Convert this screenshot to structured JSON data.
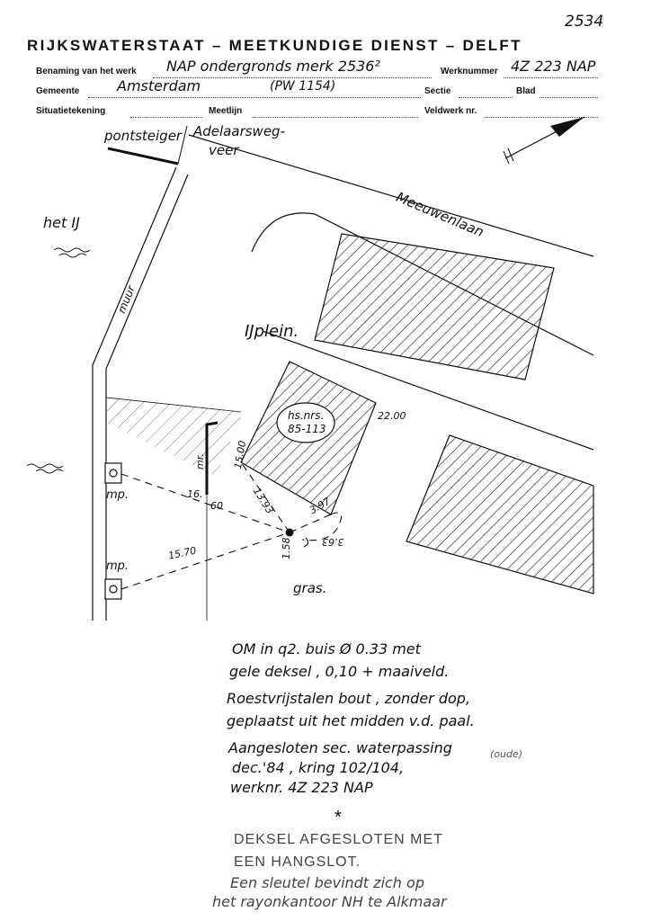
{
  "sheet_number": "2534",
  "header": {
    "title": "RIJKSWATERSTAAT – MEETKUNDIGE DIENST – DELFT",
    "fields": {
      "benaming_label": "Benaming van het werk",
      "benaming_value": "NAP ondergronds merk 2536²",
      "werknummer_label": "Werknummer",
      "werknummer_value": "4Z 223 NAP",
      "gemeente_label": "Gemeente",
      "gemeente_value": "Amsterdam",
      "pw_value": "(PW 1154)",
      "sectie_label": "Sectie",
      "blad_label": "Blad",
      "situatietekening_label": "Situatietekening",
      "meetlijn_label": "Meetlijn",
      "veldwerk_label": "Veldwerk nr."
    }
  },
  "sketch": {
    "labels": {
      "pontsteiger": "pontsteiger",
      "adelaarsweg": "Adelaarsweg-",
      "veer": "veer",
      "het_ij": "het IJ",
      "meeuwenlaan": "Meeuwenlaan",
      "muur": "muur",
      "ij_plein": "IJplein.",
      "house_numbers": "hs.nrs.",
      "house_range": "85-113",
      "mr": "mr.",
      "mp_top": "mp.",
      "mp_bottom": "mp.",
      "gras": "gras."
    },
    "measurements": {
      "d_22_00": "22.00",
      "d_15_00": "15.00",
      "d_16_60_a": "16.",
      "d_16_60_b": "60",
      "d_13_93": "13.93",
      "d_3_97": "3.97",
      "d_3_63": "3.63",
      "d_1_58": "1.58",
      "d_15_70": "15.70"
    }
  },
  "notes": {
    "lines": [
      "OM in q2. buis Ø 0.33 met",
      "gele deksel , 0,10 + maaiveld.",
      "Roestvrijstalen bout , zonder dop,",
      "geplaatst uit het midden v.d. paal.",
      "Aangesloten sec. waterpassing",
      "dec.'84 , kring 102/104,",
      "werknr. 4Z 223 NAP"
    ],
    "oude": "(oude)",
    "asterisk": "*",
    "lines2": [
      "DEKSEL AFGESLOTEN MET",
      "EEN HANGSLOT.",
      "Een sleutel bevindt zich op",
      "het rayonkantoor NH te Alkmaar"
    ]
  }
}
